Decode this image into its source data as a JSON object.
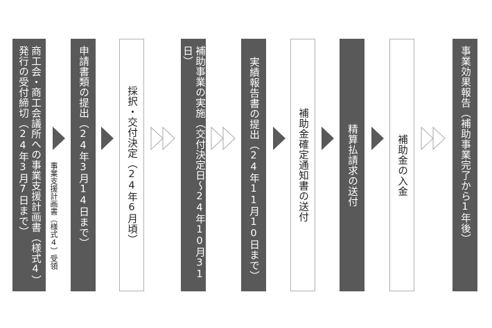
{
  "steps": [
    {
      "label": "商工会・商工会議所への事業支援計画書（様式4）発行の受付締切（24年3月7日まで）",
      "style": "dark"
    },
    {
      "label": "申請書類の提出（24年3月14日まで）",
      "style": "dark"
    },
    {
      "label": "採択・交付決定（24年6月頃）",
      "style": "light"
    },
    {
      "label": "補助事業の実施（交付決定日～24年10月31日）",
      "style": "dark"
    },
    {
      "label": "実績報告書の提出（24年11月10日まで）",
      "style": "dark"
    },
    {
      "label": "補助金確定通知書の送付",
      "style": "light"
    },
    {
      "label": "精算払請求の送付",
      "style": "dark"
    },
    {
      "label": "補助金の入金",
      "style": "light"
    },
    {
      "label": "事業効果報告（補助事業完了から1年後）",
      "style": "dark"
    }
  ],
  "note": "事業支援計画書（様式4）受領",
  "colors": {
    "dark": "#595959",
    "border": "#b0b0b0"
  }
}
